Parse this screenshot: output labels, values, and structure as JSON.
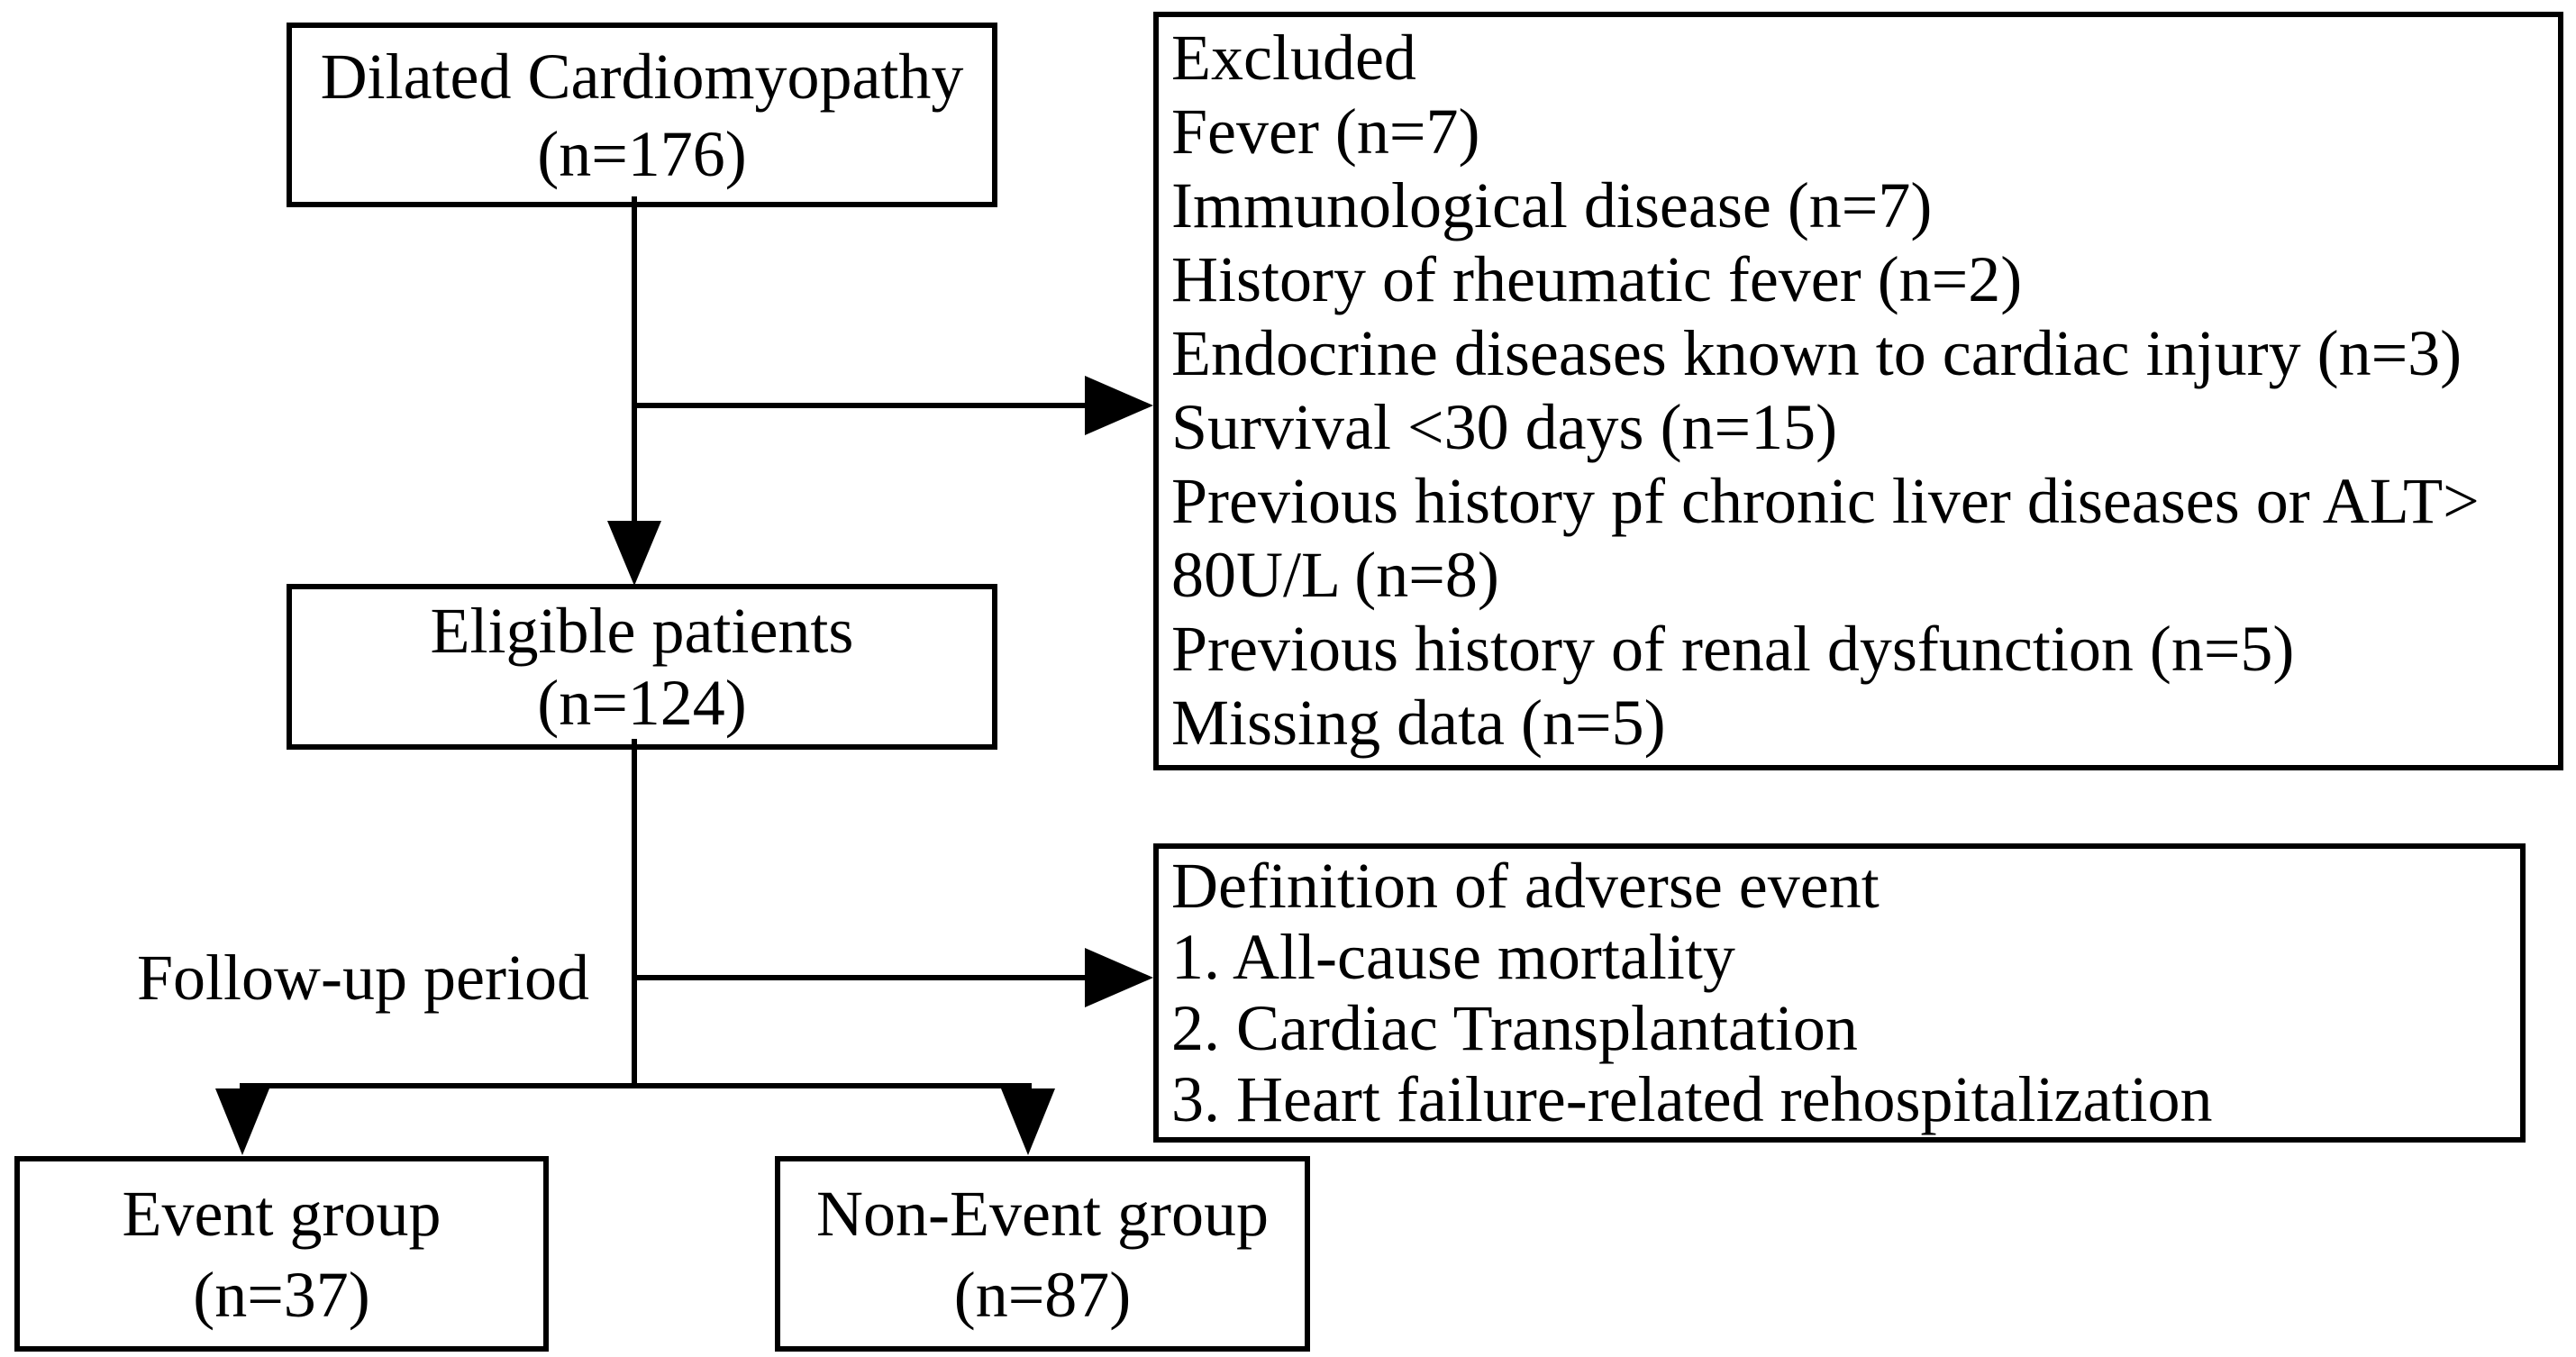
{
  "figure": {
    "type": "patient-flow-diagram",
    "background_color": "#ffffff",
    "line_color": "#000000",
    "boxes": {
      "dilated_cardiomyopathy": {
        "line1": "Dilated Cardiomyopathy",
        "line2": "(n=176)"
      },
      "eligible_patients": {
        "line1": "Eligible patients",
        "line2": "(n=124)"
      },
      "event_group": {
        "line1": "Event group",
        "line2": "(n=37)"
      },
      "non_event_group": {
        "line1": "Non-Event group",
        "line2": "(n=87)"
      }
    },
    "excluded_panel": {
      "title": "Excluded",
      "items": [
        "Fever (n=7)",
        "Immunological disease (n=7)",
        "History of rheumatic fever (n=2)",
        "Endocrine diseases known to cardiac injury (n=3)",
        "Survival <30 days (n=15)",
        "Previous history pf chronic liver diseases or ALT> 80U/L (n=8)",
        "Previous history of renal dysfunction (n=5)",
        "Missing data (n=5)"
      ]
    },
    "adverse_event_panel": {
      "title": "Definition of adverse event",
      "items": [
        "1. All-cause mortality",
        "2. Cardiac Transplantation",
        "3. Heart failure-related rehospitalization"
      ]
    },
    "labels": {
      "follow_up_period": "Follow-up period"
    }
  }
}
